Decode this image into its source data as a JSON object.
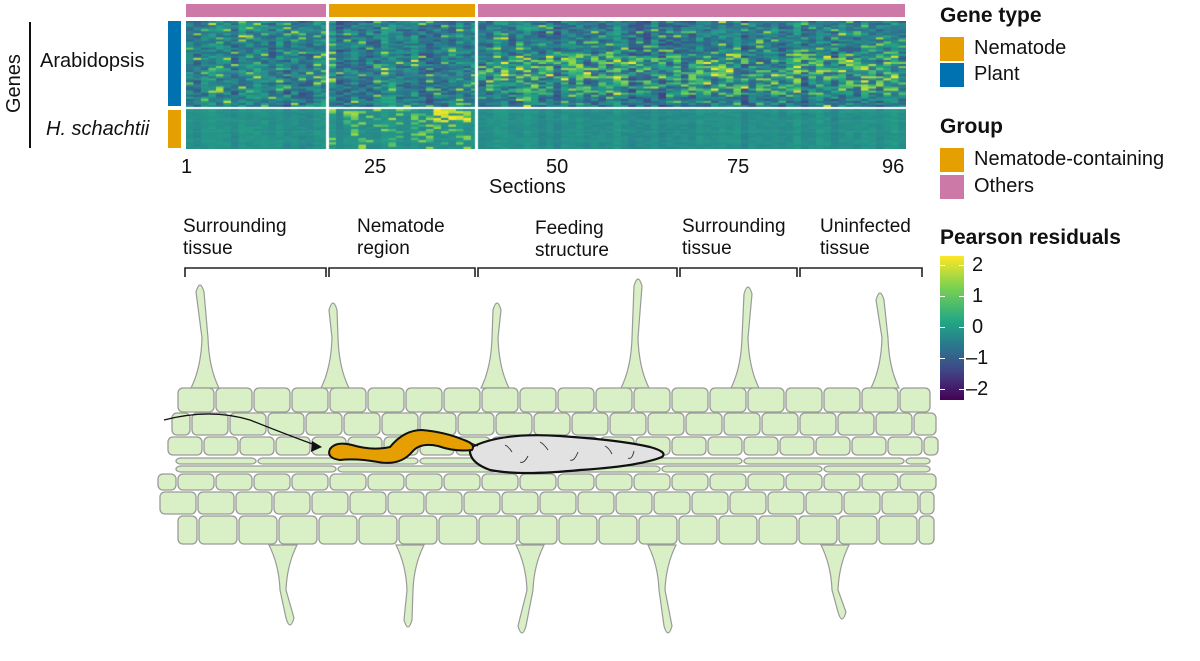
{
  "figure": {
    "y_axis_label": "Genes",
    "row_labels": [
      "Arabidopsis",
      "H. schachtii"
    ],
    "x_axis_label": "Sections",
    "x_ticks": [
      "1",
      "25",
      "50",
      "75",
      "96"
    ]
  },
  "legend": {
    "gene_type": {
      "title": "Gene type",
      "items": [
        {
          "label": "Nematode",
          "color": "#e69f00"
        },
        {
          "label": "Plant",
          "color": "#0072b2"
        }
      ]
    },
    "group": {
      "title": "Group",
      "items": [
        {
          "label": "Nematode-containing",
          "color": "#e69f00"
        },
        {
          "label": "Others",
          "color": "#cc79a7"
        }
      ]
    },
    "residuals": {
      "title": "Pearson residuals",
      "ticks": [
        "2",
        "1",
        "0",
        "–1",
        "–2"
      ]
    }
  },
  "diagram": {
    "regions": [
      {
        "label": "Surrounding tissue",
        "line1": "Surrounding",
        "line2": "tissue"
      },
      {
        "label": "Nematode region",
        "line1": "Nematode",
        "line2": "region"
      },
      {
        "label": "Feeding structure",
        "line1": "Feeding",
        "line2": "structure"
      },
      {
        "label": "Surrounding tissue",
        "line1": "Surrounding",
        "line2": "tissue"
      },
      {
        "label": "Uninfected tissue",
        "line1": "Uninfected",
        "line2": "tissue"
      }
    ]
  },
  "colors": {
    "nematode": "#e69f00",
    "plant": "#0072b2",
    "others": "#cc79a7",
    "cell_fill": "#d9efc6",
    "cell_stroke": "#9a9a9a",
    "feeding": "#e2e2e2"
  }
}
